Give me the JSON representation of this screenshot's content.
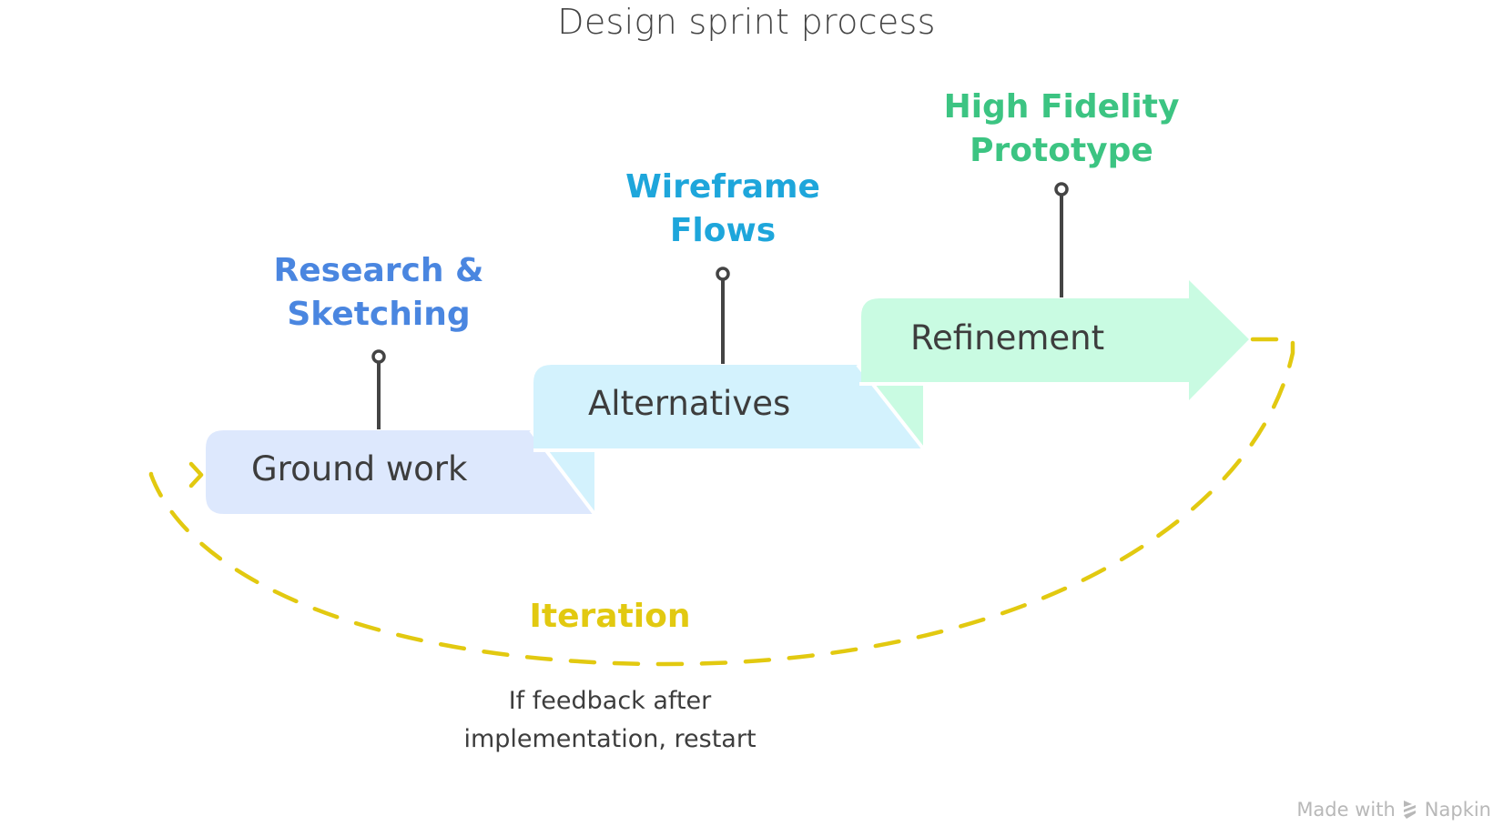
{
  "title": "Design sprint process",
  "steps": [
    {
      "name": "Ground work",
      "label_line1": "Research &",
      "label_line2": "Sketching",
      "fill": "#dde8fd",
      "label_color": "#4a86e0"
    },
    {
      "name": "Alternatives",
      "label_line1": "Wireframe",
      "label_line2": "Flows",
      "fill": "#d3f2fd",
      "label_color": "#1ea6db"
    },
    {
      "name": "Refinement",
      "label_line1": "High Fidelity",
      "label_line2": "Prototype",
      "fill": "#c9fbe2",
      "label_color": "#3cc482"
    }
  ],
  "loop": {
    "label": "Iteration",
    "color": "#e2c910",
    "note_line1": "If feedback after",
    "note_line2": "implementation, restart"
  },
  "pin_color": "#444444",
  "watermark": {
    "prefix": "Made with",
    "brand": "Napkin",
    "icon": "napkin-logo-icon"
  }
}
